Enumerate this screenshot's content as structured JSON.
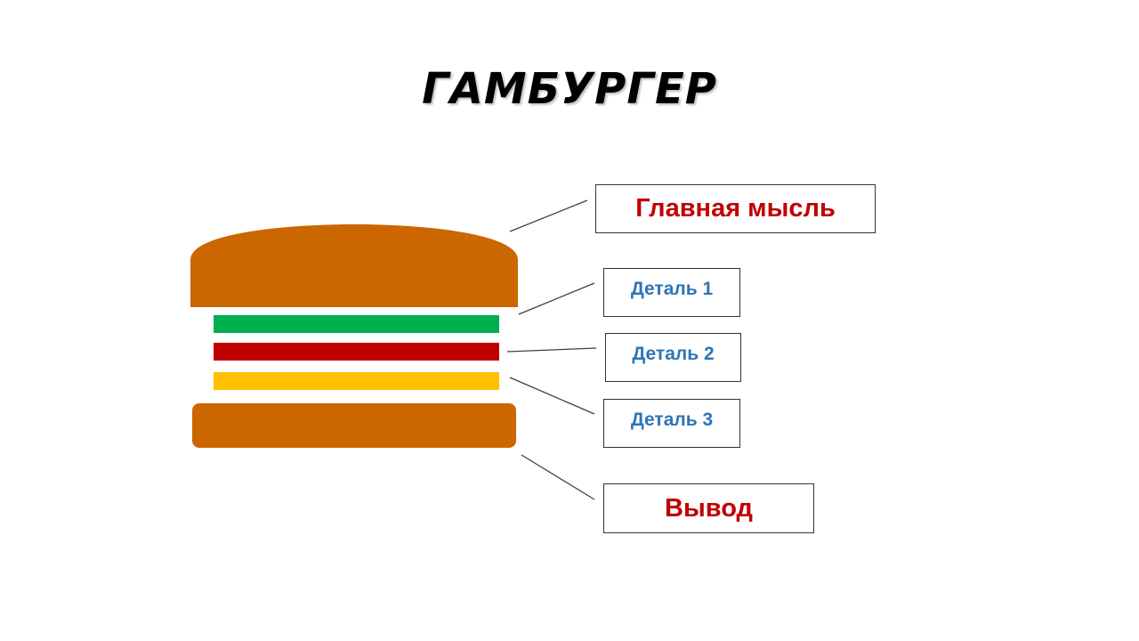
{
  "title": "ГАМБУРГЕР",
  "labels": {
    "main_idea": "Главная мысль",
    "detail_1": "Деталь 1",
    "detail_2": "Деталь 2",
    "detail_3": "Деталь 3",
    "conclusion": "Вывод"
  },
  "colors": {
    "bun": "#cc6600",
    "layer_1": "#00b050",
    "layer_2": "#c00000",
    "layer_3": "#ffc000",
    "main_text": "#c00000",
    "detail_text": "#2e75b6"
  }
}
